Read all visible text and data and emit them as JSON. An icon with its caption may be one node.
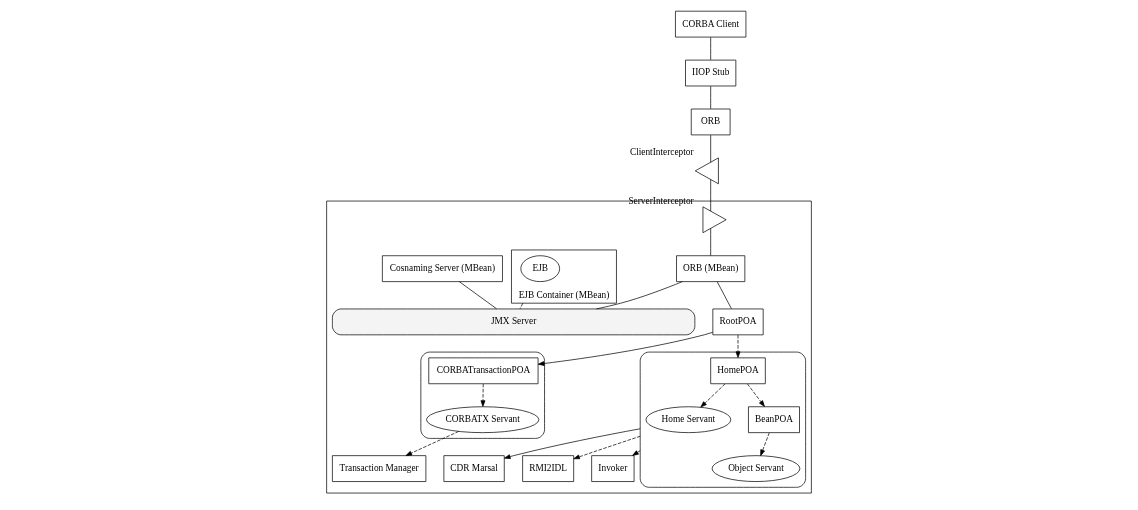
{
  "diagram": {
    "nodes": [
      {
        "text": [
          "CORBA Client"
        ]
      },
      {
        "text": [
          "IIOP Stub"
        ]
      },
      {
        "text": [
          "ORB"
        ]
      },
      {
        "text": [],
        "shape": "triangle",
        "beside": [
          "ClientInterceptor"
        ]
      },
      {
        "text": [],
        "shape": "box"
      },
      {
        "text": [
          "Transaction Manager"
        ],
        "in": 4
      },
      {
        "text": [
          "CDR Marsal"
        ],
        "in": 4
      },
      {
        "text": [
          "RMI2IDL"
        ],
        "in": 4
      },
      {
        "text": [],
        "shape": "ellipse",
        "in": 4
      },
      {
        "text": [
          "CORBATX Servant"
        ],
        "in": 8
      },
      {
        "text": [
          "CORBATransactionPOA"
        ],
        "in": 8
      },
      {
        "text": [],
        "shape": "ellipse",
        "in": 4
      },
      {
        "text": [
          "Home Servant"
        ],
        "in": 11
      },
      {
        "text": [
          "Object Servant"
        ],
        "in": 11
      },
      {
        "text": [
          "HomePOA"
        ],
        "in": 11
      },
      {
        "text": [
          "BeanPOA"
        ],
        "in": 11
      },
      {
        "text": [
          "EJB Container (MBean)"
        ],
        "in": 4
      },
      {
        "text": [
          "Invoker"
        ],
        "in": 4
      },
      {
        "text": [
          "EJB"
        ],
        "in": 16
      },
      {
        "text": [
          "RootPOA"
        ],
        "in": 4
      },
      {
        "text": [],
        "shape": "triangle",
        "beside": [
          "ServerInterceptor"
        ],
        "in": 4
      },
      {
        "text": [
          "ORB (MBean)"
        ],
        "in": 4
      },
      {
        "text": [
          "Cosnaming Server (MBean)"
        ],
        "in": 4
      },
      {
        "text": [
          "JMX Server"
        ],
        "in": 4
      }
    ],
    "edges": [
      {
        "from": 0,
        "to": 1,
        "arrow": "none"
      },
      {
        "from": 1,
        "to": 2,
        "arrow": "none"
      },
      {
        "from": 2,
        "to": 3,
        "arrow": "none"
      },
      {
        "from": 3,
        "to": 20,
        "arrow": "none"
      },
      {
        "from": 20,
        "to": 21,
        "arrow": "none"
      },
      {
        "from": 10,
        "to": 9,
        "arrow": "to",
        "style": "dashed"
      },
      {
        "from": 9,
        "to": 5,
        "arrow": "to",
        "style": "dashed"
      },
      {
        "from": 14,
        "to": 12,
        "arrow": "to",
        "style": "dashed"
      },
      {
        "from": 14,
        "to": 15,
        "arrow": "to",
        "style": "dashed"
      },
      {
        "from": 15,
        "to": 13,
        "arrow": "to",
        "style": "dashed"
      },
      {
        "from": 11,
        "to": 6,
        "arrow": "to"
      },
      {
        "from": 11,
        "to": 7,
        "arrow": "to",
        "style": "dashed"
      },
      {
        "from": 11,
        "to": 17,
        "arrow": "to",
        "style": "dashed"
      },
      {
        "from": 19,
        "to": 10,
        "arrow": "to"
      },
      {
        "from": 19,
        "to": 14,
        "arrow": "to",
        "style": "dashed"
      },
      {
        "from": 21,
        "to": 19,
        "arrow": "none"
      },
      {
        "from": 21,
        "to": 23,
        "arrow": "none"
      },
      {
        "from": 22,
        "to": 23,
        "arrow": "none"
      },
      {
        "from": 16,
        "to": 23,
        "arrow": "none",
        "style": "dashed"
      }
    ]
  }
}
